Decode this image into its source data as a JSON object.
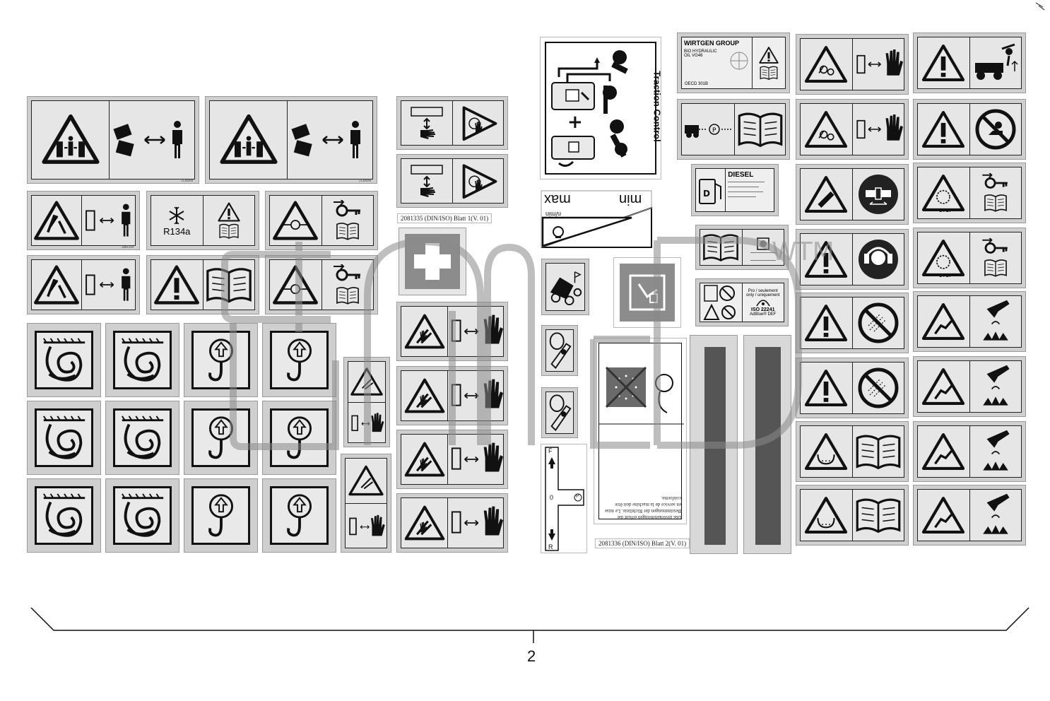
{
  "callout": {
    "number": "2"
  },
  "texts": {
    "r134a": "R134a",
    "traction_control": "Traction Control",
    "max": "max",
    "min": "min",
    "nmin": "n/min",
    "wirtgen": "WIRTGEN GROUP",
    "bio_oil": "BIO HYDRAULIC OIL VG46",
    "oecd": "OECD 301B",
    "diesel": "DIESEL",
    "adblue_fr": "Pro / seulement",
    "adblue_en": "only / uniquement",
    "iso": "ISO 22241",
    "adblue": "AdBlue® DEF",
    "shifter_f": "F",
    "shifter_0": "0",
    "shifter_r": "R",
    "shifter_p": "P",
    "stop": "STOP",
    "ref1": "2081335 (DIN/ISO) Blatt 1(V. 01)",
    "ref2": "2081336 (DIN/ISO) Blatt 2(V. 01)",
    "eu_text": "Das Inverkehrbringen erfüllt die Bestimmungen der Richtlinie. Le mise en service de la machine doit être conforme.",
    "wtm": "WTM"
  },
  "colors": {
    "decal_bg": "#cfcfcf",
    "decal_inner": "#e6e6e6",
    "ink": "#111111",
    "dark_strip": "#555555",
    "watermark": "#8a8a8a"
  }
}
